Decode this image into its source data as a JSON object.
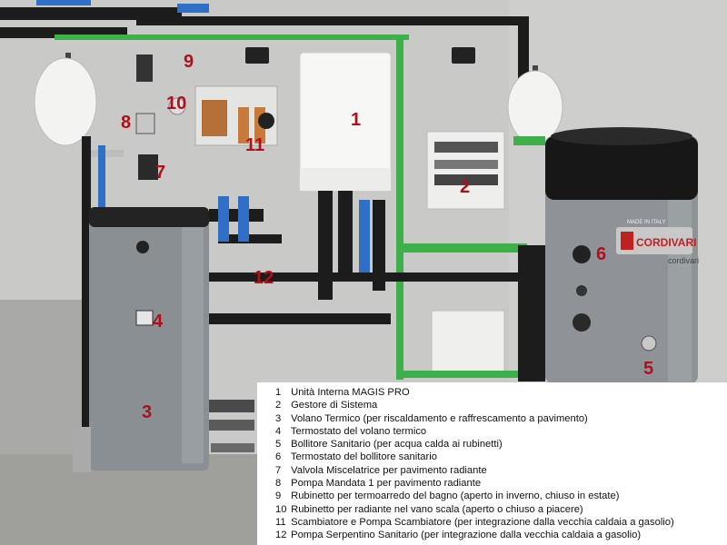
{
  "labels": {
    "n1": "1",
    "n2": "2",
    "n3": "3",
    "n4": "4",
    "n5": "5",
    "n6": "6",
    "n7": "7",
    "n8": "8",
    "n9": "9",
    "n10": "10",
    "n11": "11",
    "n12": "12"
  },
  "brand": {
    "logo_text": "CORDIVARI",
    "logo_sub": "cordivari",
    "made_in": "MADE IN ITALY"
  },
  "legend": [
    {
      "num": "1",
      "text": "Unità Interna MAGIS PRO"
    },
    {
      "num": "2",
      "text": "Gestore di Sistema"
    },
    {
      "num": "3",
      "text": "Volano Termico (per riscaldamento e raffrescamento a pavimento)"
    },
    {
      "num": "4",
      "text": "Termostato del volano termico"
    },
    {
      "num": "5",
      "text": "Bollitore Sanitario (per acqua calda ai rubinetti)"
    },
    {
      "num": "6",
      "text": "Termostato del bollitore sanitario"
    },
    {
      "num": "7",
      "text": "Valvola Miscelatrice per pavimento radiante"
    },
    {
      "num": "8",
      "text": "Pompa Mandata 1 per pavimento radiante"
    },
    {
      "num": "9",
      "text": "Rubinetto per termoarredo del bagno (aperto in inverno, chiuso in estate)"
    },
    {
      "num": "10",
      "text": "Rubinetto per radiante nel vano scala (aperto o chiuso a piacere)"
    },
    {
      "num": "11",
      "text": "Scambiatore e Pompa Scambiatore (per integrazione dalla vecchia caldaia a gasolio)"
    },
    {
      "num": "12",
      "text": "Pompa Serpentino Sanitario (per integrazione dalla vecchia caldaia a gasolio)"
    }
  ],
  "colors": {
    "label_red": "#b0101a",
    "pipe_green": "#3db04a",
    "pipe_black": "#1c1c1c",
    "tank_grey": "#8a8f94",
    "insulation_blue": "#2f6fc8"
  }
}
